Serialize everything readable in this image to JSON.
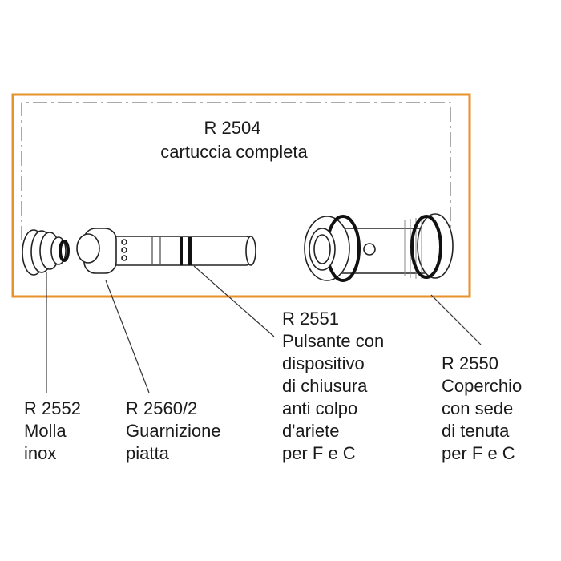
{
  "colors": {
    "frame": "#e8922a",
    "line": "#222222"
  },
  "assembly": {
    "code": "R 2504",
    "name": "cartuccia completa"
  },
  "parts": [
    {
      "code": "R 2552",
      "lines": [
        "Molla",
        "inox"
      ]
    },
    {
      "code": "R 2560/2",
      "lines": [
        "Guarnizione",
        "piatta"
      ]
    },
    {
      "code": "R 2551",
      "lines": [
        "Pulsante con",
        "dispositivo",
        "di chiusura",
        "anti colpo",
        "d'ariete",
        "per F e C"
      ]
    },
    {
      "code": "R 2550",
      "lines": [
        "Coperchio",
        "con sede",
        "di tenuta",
        "per F e C"
      ]
    }
  ]
}
